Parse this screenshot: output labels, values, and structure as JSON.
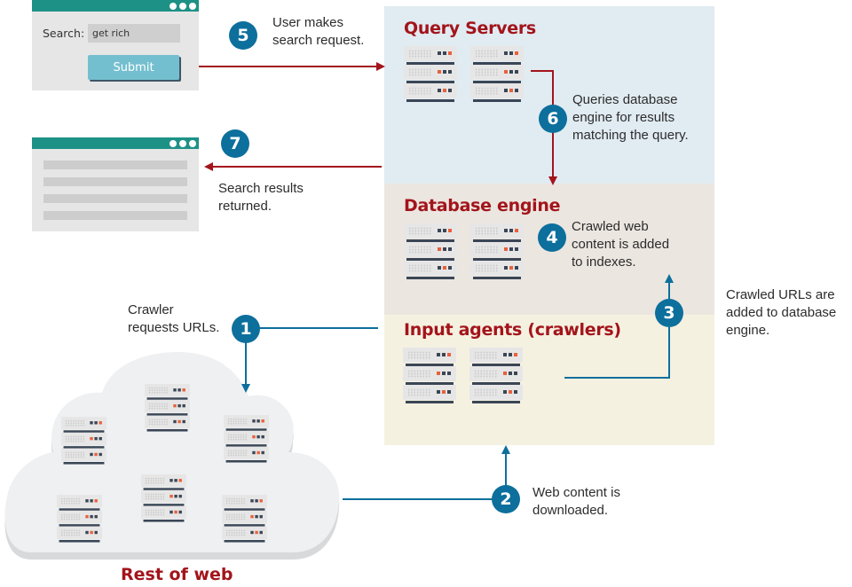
{
  "diagram": {
    "panels": {
      "query_servers": {
        "title": "Query Servers",
        "color": "#e1ebf2"
      },
      "database_engine": {
        "title": "Database engine",
        "color": "#ebe6e0"
      },
      "input_agents": {
        "title": "Input agents (crawlers)",
        "color": "#f5f1e1"
      }
    },
    "search_window": {
      "label": "Search:",
      "input_value": "get rich",
      "submit_label": "Submit"
    },
    "results_window": {
      "line_count": 4
    },
    "cloud": {
      "label": "Rest of web",
      "server_count": 6
    },
    "steps": [
      {
        "number": "1",
        "text": "Crawler requests URLs."
      },
      {
        "number": "2",
        "text": "Web content is downloaded."
      },
      {
        "number": "3",
        "text": "Crawled URLs are added to database engine."
      },
      {
        "number": "4",
        "text": "Crawled web content is added to indexes."
      },
      {
        "number": "5",
        "text": "User makes search request."
      },
      {
        "number": "6",
        "text": "Queries database engine for results matching the query."
      },
      {
        "number": "7",
        "text": "Search results returned."
      }
    ],
    "captions": {
      "step1_line1": "Crawler",
      "step1_line2": "requests URLs.",
      "step2_line1": "Web content is",
      "step2_line2": "downloaded.",
      "step3_line1": "Crawled URLs are",
      "step3_line2": "added to database",
      "step3_line3": "engine.",
      "step4_line1": "Crawled web",
      "step4_line2": "content is added",
      "step4_line3": "to indexes.",
      "step5_line1": "User makes",
      "step5_line2": "search request.",
      "step6_line1": "Queries database",
      "step6_line2": "engine for results",
      "step6_line3": "matching the query.",
      "step7_line1": "Search results",
      "step7_line2": "returned."
    },
    "colors": {
      "title_red": "#a3141b",
      "badge_blue": "#0d6f9c",
      "arrow_red": "#a3141b",
      "arrow_blue": "#0d6f9c",
      "window_teal": "#1e9187",
      "button": "#74bfcf",
      "led_orange": "#e8613c"
    }
  }
}
